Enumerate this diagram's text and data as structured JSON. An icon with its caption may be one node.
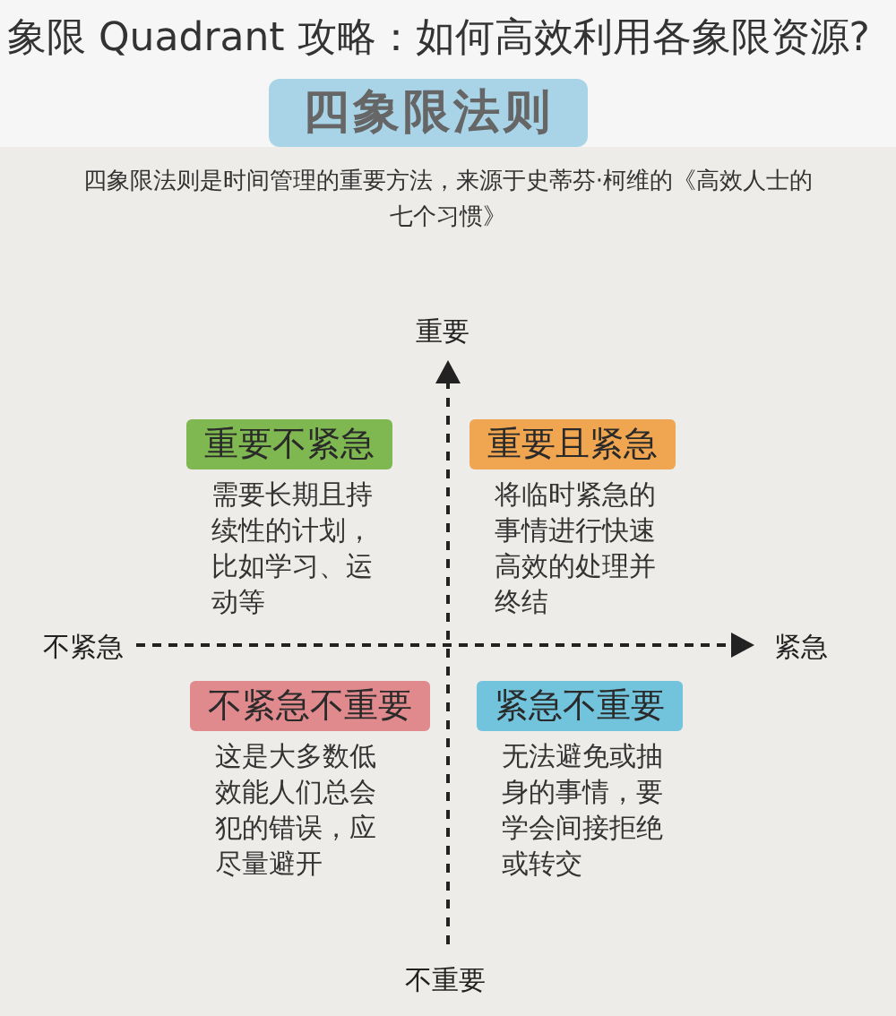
{
  "diagram": {
    "title": "象限 Quadrant 攻略：如何高效利用各象限资源?",
    "nodes": [
      {
        "text": [
          "四象限法则"
        ]
      },
      {
        "text": [
          "重要不紧急",
          "需要长期且持续性的计划，比如学习、运动等"
        ]
      },
      {
        "text": [
          "重要且紧急",
          "将临时紧急的事情进行快速高效的处理并终结"
        ]
      },
      {
        "text": [
          "不紧急不重要",
          "这是大多数低效能人们总会犯的错误，应尽量避开"
        ]
      },
      {
        "text": [
          "紧急不重要",
          "无法避免或抽身的事情，要学会间接拒绝或转交"
        ]
      }
    ],
    "edges": [],
    "labels": [
      "四象限法则是时间管理的重要方法，来源于史蒂芬·柯维的《高效人士的七个习惯》",
      "重要",
      "不紧急",
      "紧急",
      "不重要"
    ]
  }
}
